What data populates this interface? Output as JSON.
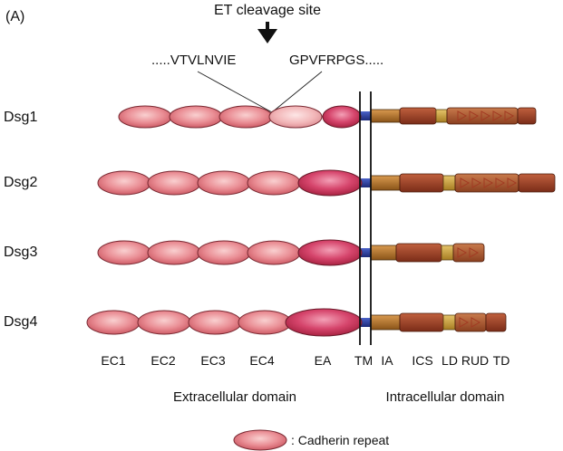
{
  "panel_label": "(A)",
  "cleavage": {
    "title": "ET cleavage site",
    "seq_left": ".....VTVLNVIE",
    "seq_right": "GPVFRPGS....."
  },
  "proteins": [
    {
      "name": "Dsg1",
      "rud_count": 5
    },
    {
      "name": "Dsg2",
      "rud_count": 5
    },
    {
      "name": "Dsg3",
      "rud_count": 2
    },
    {
      "name": "Dsg4",
      "rud_count": 2
    }
  ],
  "region_labels": [
    "EC1",
    "EC2",
    "EC3",
    "EC4",
    "EA",
    "TM",
    "IA",
    "ICS",
    "LD",
    "RUD",
    "TD"
  ],
  "domains": {
    "extracellular": "Extracellular domain",
    "intracellular": "Intracellular domain"
  },
  "legend": {
    "text": ": Cadherin repeat",
    "icon": "cadherin-repeat-icon"
  },
  "colors": {
    "cadherin_fill": "#e37d85",
    "cadherin_highlight": "#f7c6c6",
    "ea_fill": "#d53a63",
    "tm_fill": "#2b3f9e",
    "ia_fill": "#b1722a",
    "ics_fill": "#9a3b24",
    "ld_fill": "#caa23a",
    "rud_fill": "#a8532e"
  }
}
